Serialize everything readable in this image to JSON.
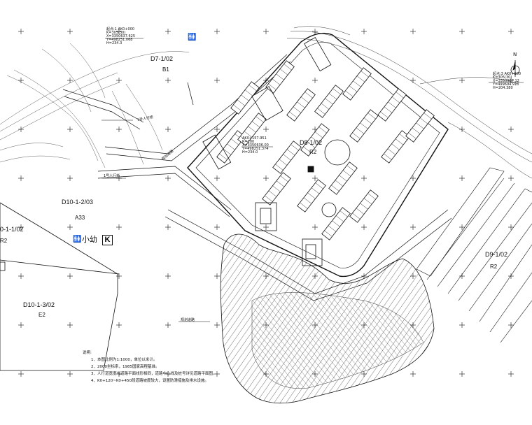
{
  "parcels": [
    {
      "code": "D7-1/02",
      "zone": "B1"
    },
    {
      "code": "D8-1/02",
      "zone": "R2"
    },
    {
      "code": "D10-1-2/03",
      "zone": "A33"
    },
    {
      "code": "0-1-1/02",
      "zone": "R2"
    },
    {
      "code": "D10-1-3/02",
      "zone": "E2"
    },
    {
      "code": "D9-1/02",
      "zone": "R2"
    }
  ],
  "facility_label": "小幼",
  "facility_letter": "K",
  "north_mark": "N",
  "survey_points": [
    {
      "lines": [
        "起点:1 AK0+000",
        "K=305(30)",
        "X=3350637.625",
        "Y=498251.068",
        "H=234.3"
      ]
    },
    {
      "lines": [
        "起点:3 AK0+600",
        "K=305(30)",
        "X=3350567.12",
        "Y=499694.910",
        "H=204.380"
      ]
    },
    {
      "lines": [
        "AK0+157.951",
        "R=100",
        "X=3350636.00",
        "Y=498251.374",
        "H=234.0"
      ]
    }
  ],
  "road_labels": [
    "1号人行桥",
    "1号人行桥",
    "规划道路",
    "规划道路"
  ],
  "notes": {
    "title": "说明:",
    "items": [
      "1、本图比例为1:1000，单位以米计。",
      "2、2000坐标系，1985国家高程基准。",
      "3、人行道宽度与道路平面线形相同，道路中心线及桩号详见道路平面图。",
      "4、K0+120~K0+450段道路坡度较大，设置防滑措施及排水设施。"
    ]
  }
}
